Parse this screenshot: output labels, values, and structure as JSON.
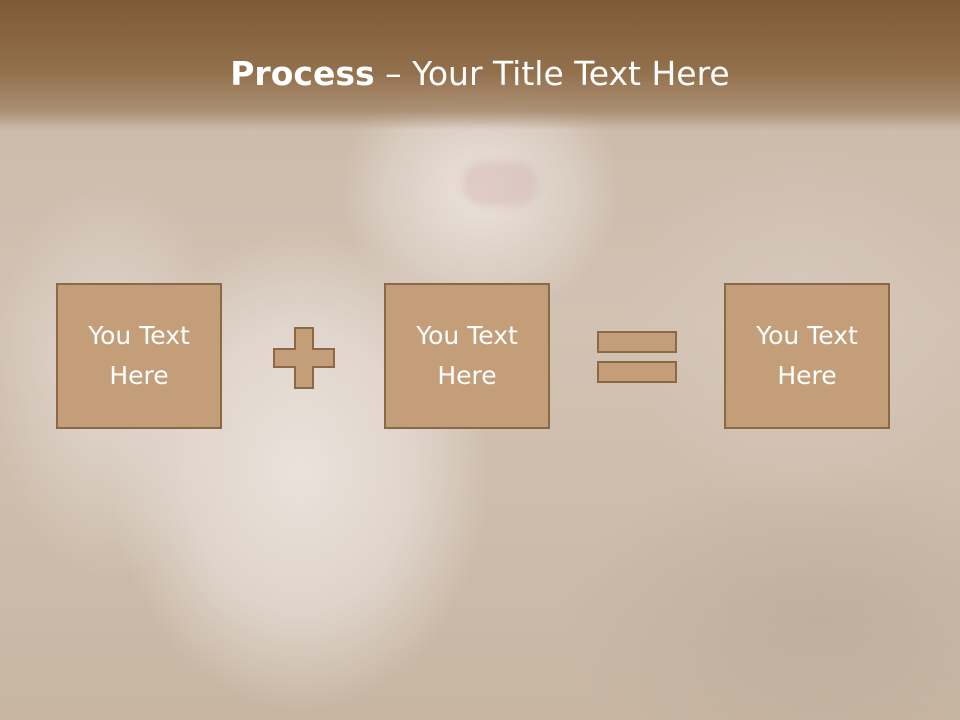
{
  "title": {
    "bold": "Process",
    "separator": " – ",
    "rest": "Your Title Text Here"
  },
  "boxes": [
    {
      "text": "You Text Here"
    },
    {
      "text": "You Text Here"
    },
    {
      "text": "You Text Here"
    }
  ],
  "operators": [
    "plus",
    "equals"
  ],
  "colors": {
    "box_fill": "#c39e79",
    "box_border": "#8b6846",
    "title_bar": "#7e5a35",
    "text": "#ffffff"
  }
}
